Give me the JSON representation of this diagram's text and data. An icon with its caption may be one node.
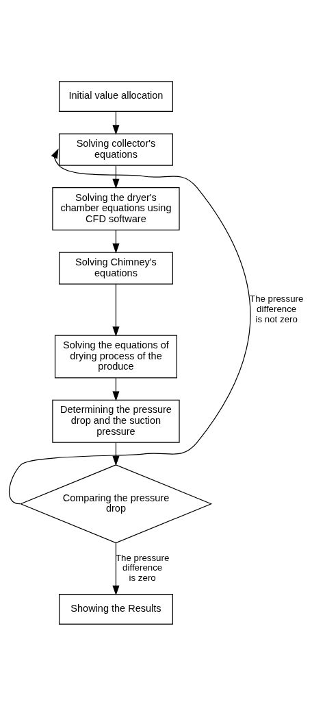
{
  "diagram": {
    "nodes": [
      {
        "text": [
          "Initial value allocation"
        ]
      },
      {
        "text": [
          "Solving collector's equations"
        ]
      },
      {
        "text": [
          "Solving the dryer's chamber equations using CFD software"
        ]
      },
      {
        "text": [
          "Solving Chimney's equations"
        ]
      },
      {
        "text": [
          "Solving the equations of drying process of the produce"
        ]
      },
      {
        "text": [
          "Determining the pressure drop and the suction pressure"
        ]
      },
      {
        "text": [
          "Comparing the pressure drop"
        ]
      },
      {
        "text": [
          "Showing the Results"
        ]
      }
    ],
    "edges": [
      {
        "from": 0,
        "to": 1,
        "arrow": "to"
      },
      {
        "from": 1,
        "to": 2,
        "arrow": "to"
      },
      {
        "from": 2,
        "to": 3,
        "arrow": "to"
      },
      {
        "from": 3,
        "to": 4,
        "arrow": "to"
      },
      {
        "from": 4,
        "to": 5,
        "arrow": "to"
      },
      {
        "from": 5,
        "to": 6,
        "arrow": "to"
      },
      {
        "from": 6,
        "to": 1,
        "arrow": "to",
        "label": "The pressure difference is not zero"
      },
      {
        "from": 6,
        "to": 7,
        "arrow": "to",
        "label": "The pressure difference is zero"
      }
    ]
  }
}
